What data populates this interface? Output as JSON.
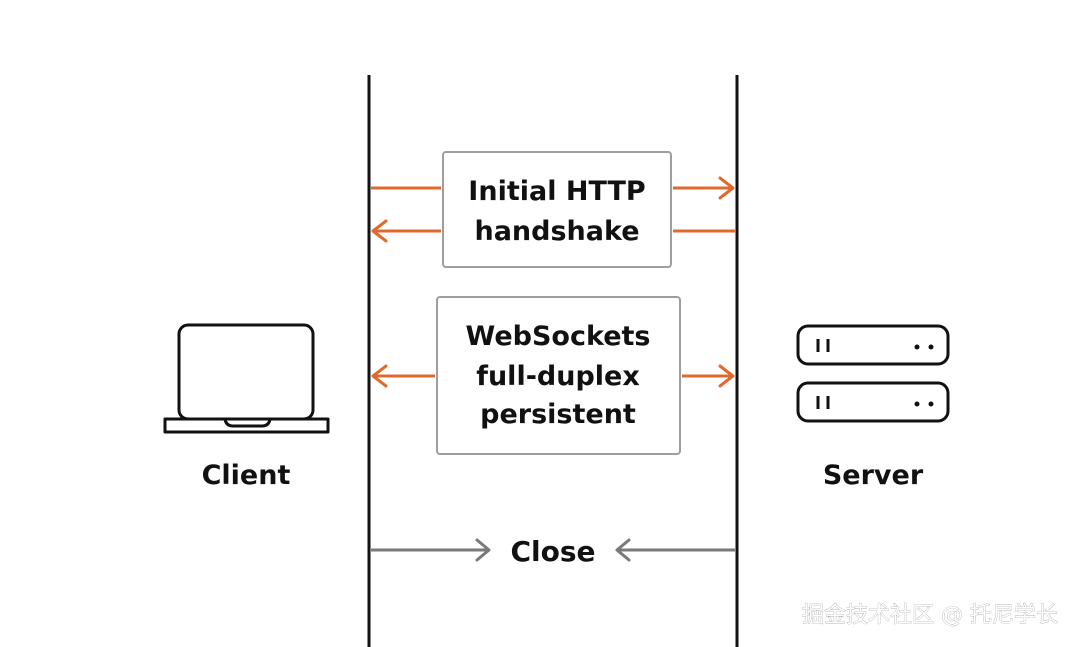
{
  "nodes": {
    "client_label": "Client",
    "server_label": "Server"
  },
  "messages": {
    "handshake_line1": "Initial HTTP",
    "handshake_line2": "handshake",
    "websocket_line1": "WebSockets",
    "websocket_line2": "full-duplex",
    "websocket_line3": "persistent",
    "close_label": "Close"
  },
  "watermark": "掘金技术社区 @ 托尼学长",
  "colors": {
    "arrow_active": "#e06a2e",
    "arrow_close": "#7a7a7a",
    "lifeline": "#111111",
    "box_border": "#9e9e9e",
    "text": "#111111"
  }
}
